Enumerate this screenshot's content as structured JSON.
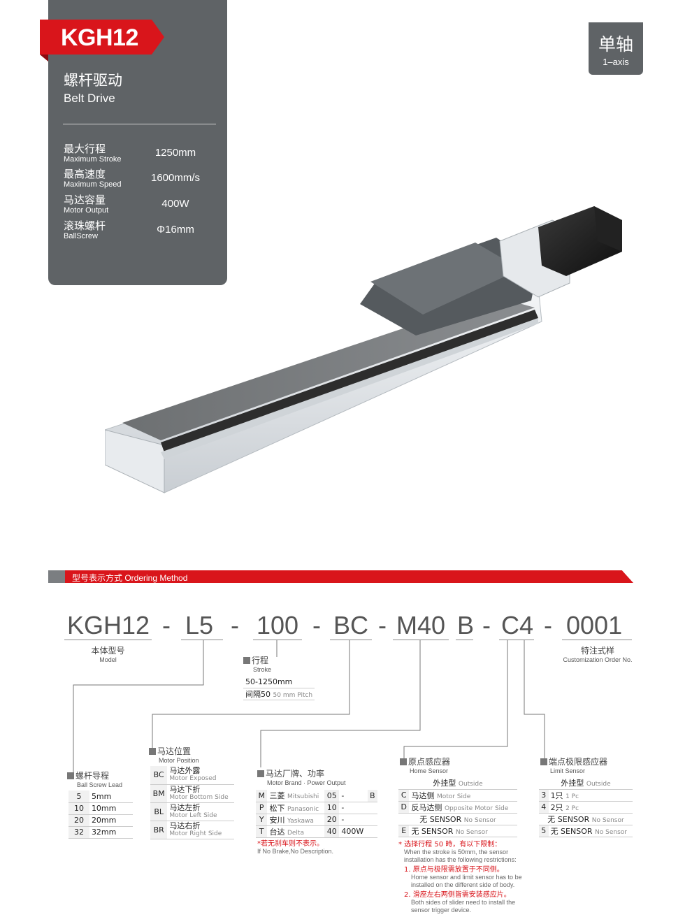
{
  "model_tag": "KGH12",
  "panel": {
    "title_cn": "螺杆驱动",
    "title_en": "Belt Drive",
    "specs": [
      {
        "cn": "最大行程",
        "en": "Maximum Stroke",
        "value": "1250mm"
      },
      {
        "cn": "最高速度",
        "en": "Maximum Speed",
        "value": "1600mm/s"
      },
      {
        "cn": "马达容量",
        "en": "Motor Output",
        "value": "400W"
      },
      {
        "cn": "滚珠螺杆",
        "en": "BallScrew",
        "value": "Φ16mm"
      }
    ]
  },
  "axis_badge": {
    "cn": "单轴",
    "en": "1–axis"
  },
  "ordering": {
    "header": "型号表示方式 Ordering Method",
    "code_parts": [
      "KGH12",
      "-",
      "L5",
      "-",
      "100",
      "-",
      "BC",
      "-",
      "M40",
      "B",
      "-",
      "C4",
      "-",
      "0001"
    ],
    "model_label_cn": "本体型号",
    "model_label_en": "Model",
    "custom_label_cn": "特注式样",
    "custom_label_en": "Customization Order No.",
    "stroke": {
      "cn": "行程",
      "en": "Stroke",
      "rows": [
        "50-1250mm",
        "间隔50"
      ],
      "pitch_en": "50 mm Pitch"
    },
    "lead": {
      "cn": "螺杆导程",
      "en": "Ball Screw Lead",
      "rows": [
        [
          "5",
          "5mm"
        ],
        [
          "10",
          "10mm"
        ],
        [
          "20",
          "20mm"
        ],
        [
          "32",
          "32mm"
        ]
      ]
    },
    "motor_position": {
      "cn": "马达位置",
      "en": "Motor Position",
      "rows": [
        {
          "k": "BC",
          "cn": "马达外露",
          "en": "Motor Exposed"
        },
        {
          "k": "BM",
          "cn": "马达下折",
          "en": "Motor Bottom Side"
        },
        {
          "k": "BL",
          "cn": "马达左折",
          "en": "Motor Left Side"
        },
        {
          "k": "BR",
          "cn": "马达右折",
          "en": "Motor Right Side"
        }
      ]
    },
    "motor_brand": {
      "cn": "马达厂牌、功率",
      "en": "Motor Brand · Power Output",
      "rows": [
        {
          "k": "M",
          "cn": "三菱",
          "en": "Mitsubishi",
          "p": "05",
          "w": "-",
          "b": "B"
        },
        {
          "k": "P",
          "cn": "松下",
          "en": "Panasonic",
          "p": "10",
          "w": "-",
          "b": ""
        },
        {
          "k": "Y",
          "cn": "安川",
          "en": "Yaskawa",
          "p": "20",
          "w": "-",
          "b": ""
        },
        {
          "k": "T",
          "cn": "台达",
          "en": "Delta",
          "p": "40",
          "w": "400W",
          "b": ""
        }
      ],
      "note_cn": "*若无刹车则不表示。",
      "note_en": "If No Brake,No Description."
    },
    "home_sensor": {
      "cn": "原点感应器",
      "en": "Home Sensor",
      "head_cn": "外挂型",
      "head_en": "Outside",
      "rows": [
        {
          "k": "C",
          "cn": "马达侧",
          "en": "Motor Side"
        },
        {
          "k": "D",
          "cn": "反马达侧",
          "en": "Opposite Motor Side"
        },
        {
          "k": "",
          "cn": "无 SENSOR",
          "en": "No Sensor"
        },
        {
          "k": "E",
          "cn": "无 SENSOR",
          "en": "No Sensor"
        }
      ]
    },
    "limit_sensor": {
      "cn": "端点极限感应器",
      "en": "Limit Sensor",
      "head_cn": "外挂型",
      "head_en": "Outside",
      "rows": [
        {
          "k": "3",
          "cn": "1只",
          "en": "1 Pc"
        },
        {
          "k": "4",
          "cn": "2只",
          "en": "2 Pc"
        },
        {
          "k": "",
          "cn": "无 SENSOR",
          "en": "No Sensor"
        },
        {
          "k": "5",
          "cn": "无 SENSOR",
          "en": "No Sensor"
        }
      ]
    },
    "restrictions": {
      "title": "* 选择行程 50 時，有以下限制：",
      "title_en_1": "When the stroke is 50mm, the sensor",
      "title_en_2": "installation has the following restrictions:",
      "r1_cn": "1. 原点与极限需放置于不同侧。",
      "r1_en_1": "Home sensor and limit sensor has to be",
      "r1_en_2": "installed on the different side of body.",
      "r2_cn": "2. 滑座左右两侧皆需安装感应片。",
      "r2_en_1": "Both sides of slider need to install the",
      "r2_en_2": "sensor trigger device."
    }
  }
}
